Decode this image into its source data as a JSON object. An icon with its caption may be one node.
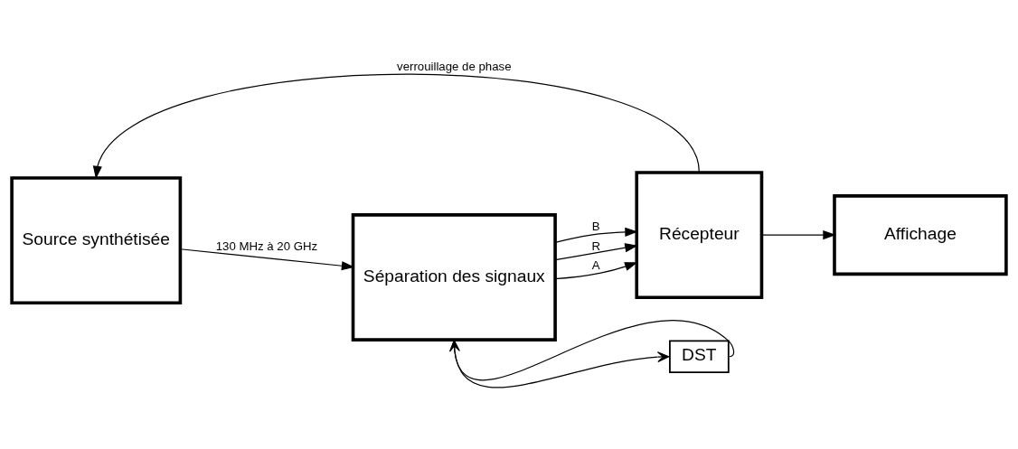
{
  "diagram": {
    "nodes": [
      {
        "text": [
          "Source synthétisée"
        ]
      },
      {
        "text": [
          "Séparation des signaux"
        ]
      },
      {
        "text": [
          "Récepteur"
        ]
      },
      {
        "text": [
          "Affichage"
        ]
      },
      {
        "text": [
          "DST"
        ]
      }
    ],
    "edges": [
      {
        "from": 2,
        "to": 0,
        "arrow": "to",
        "label": "verrouillage de phase"
      },
      {
        "from": 0,
        "to": 1,
        "arrow": "to",
        "label": "130 MHz à 20 GHz"
      },
      {
        "from": 1,
        "to": 2,
        "arrow": "to",
        "label": "R"
      },
      {
        "from": 1,
        "to": 2,
        "arrow": "to",
        "label": "A"
      },
      {
        "from": 1,
        "to": 2,
        "arrow": "to",
        "label": "B"
      },
      {
        "from": 2,
        "to": 3,
        "arrow": "to"
      },
      {
        "from": 1,
        "to": 4,
        "arrow": "to"
      },
      {
        "from": 4,
        "to": 1,
        "arrow": "to"
      }
    ]
  }
}
